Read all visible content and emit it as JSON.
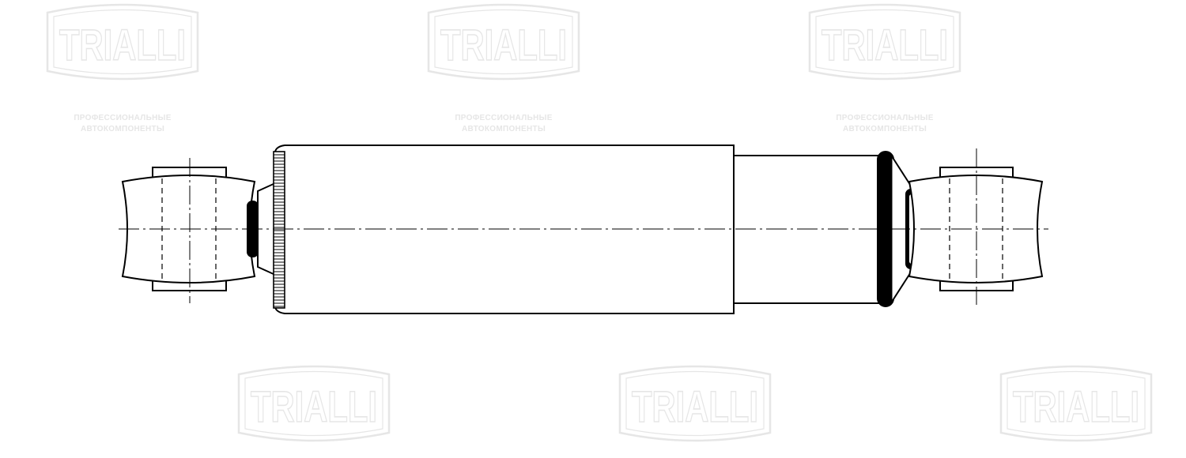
{
  "watermark": {
    "brand": "TRIALLI",
    "tagline_line1": "ПРОФЕССИОНАЛЬНЫЕ",
    "tagline_line2": "АВТОКОМПОНЕНТЫ",
    "color": "#e6e6e6"
  },
  "drawing": {
    "subject": "shock-absorber",
    "line_color": "#000000",
    "fill_color": "#ffffff"
  }
}
